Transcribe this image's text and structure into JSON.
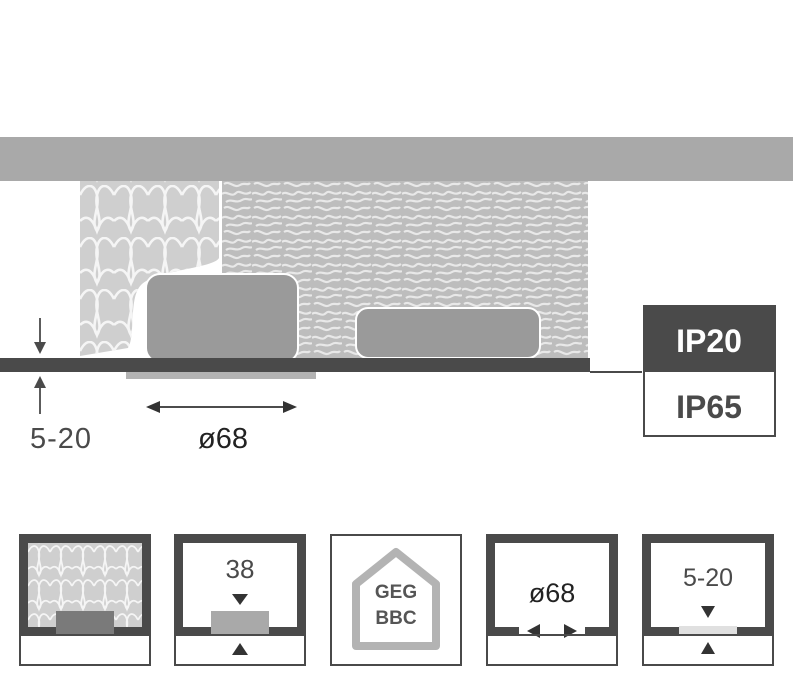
{
  "main_diagram": {
    "gap_label": "5-20",
    "diameter_label": "ø68"
  },
  "ratings": {
    "top": "IP20",
    "bottom": "IP65"
  },
  "icons": [
    {
      "name": "insulation-compatible",
      "label": ""
    },
    {
      "name": "recess-depth",
      "label": "38"
    },
    {
      "name": "safety-mark",
      "label_top": "GEG",
      "label_bottom": "BBC"
    },
    {
      "name": "cutout-diameter",
      "label": "ø68"
    },
    {
      "name": "ceiling-thickness",
      "label": "5-20"
    }
  ],
  "colors": {
    "dark": "#4a4a4a",
    "ceiling": "#a9a9a9",
    "fixture": "#9a9a9a",
    "insulation_bg": "#cfcfcf",
    "insulation_line": "#f5f5f5",
    "texture_bg": "#bdbdbd",
    "texture_line": "#e8e8e8"
  }
}
